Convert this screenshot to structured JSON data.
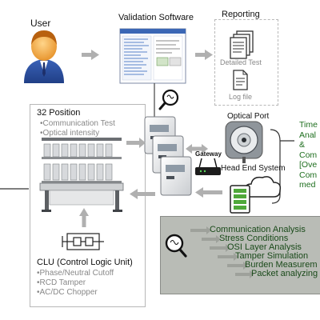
{
  "top": {
    "user_label": "User",
    "validation_label": "Validation Software",
    "reporting_label": "Reporting",
    "detailed_test_label": "Detailed Test",
    "log_file_label": "Log file"
  },
  "rig": {
    "title": "32 Position",
    "items": [
      "•Communication Test",
      "•Optical intensity"
    ]
  },
  "clu": {
    "title": "CLU (Control Logic Unit)",
    "items": [
      "•Phase/Neutral Cutoff",
      "•RCD Tamper",
      "•AC/DC Chopper"
    ]
  },
  "right": {
    "optical_port_label": "Optical Port",
    "gateway_label": "Gateway",
    "head_end_label": "Head End System",
    "side_text": [
      "Time",
      "Anal",
      "&",
      "Com",
      "[Ove",
      "Com",
      "med"
    ]
  },
  "analysis": {
    "items": [
      "Communication Analysis",
      "Stress Conditions",
      "OSI Layer Analysis",
      "Tamper Simulation",
      "Burden Measurem",
      "Packet analyzing"
    ]
  }
}
